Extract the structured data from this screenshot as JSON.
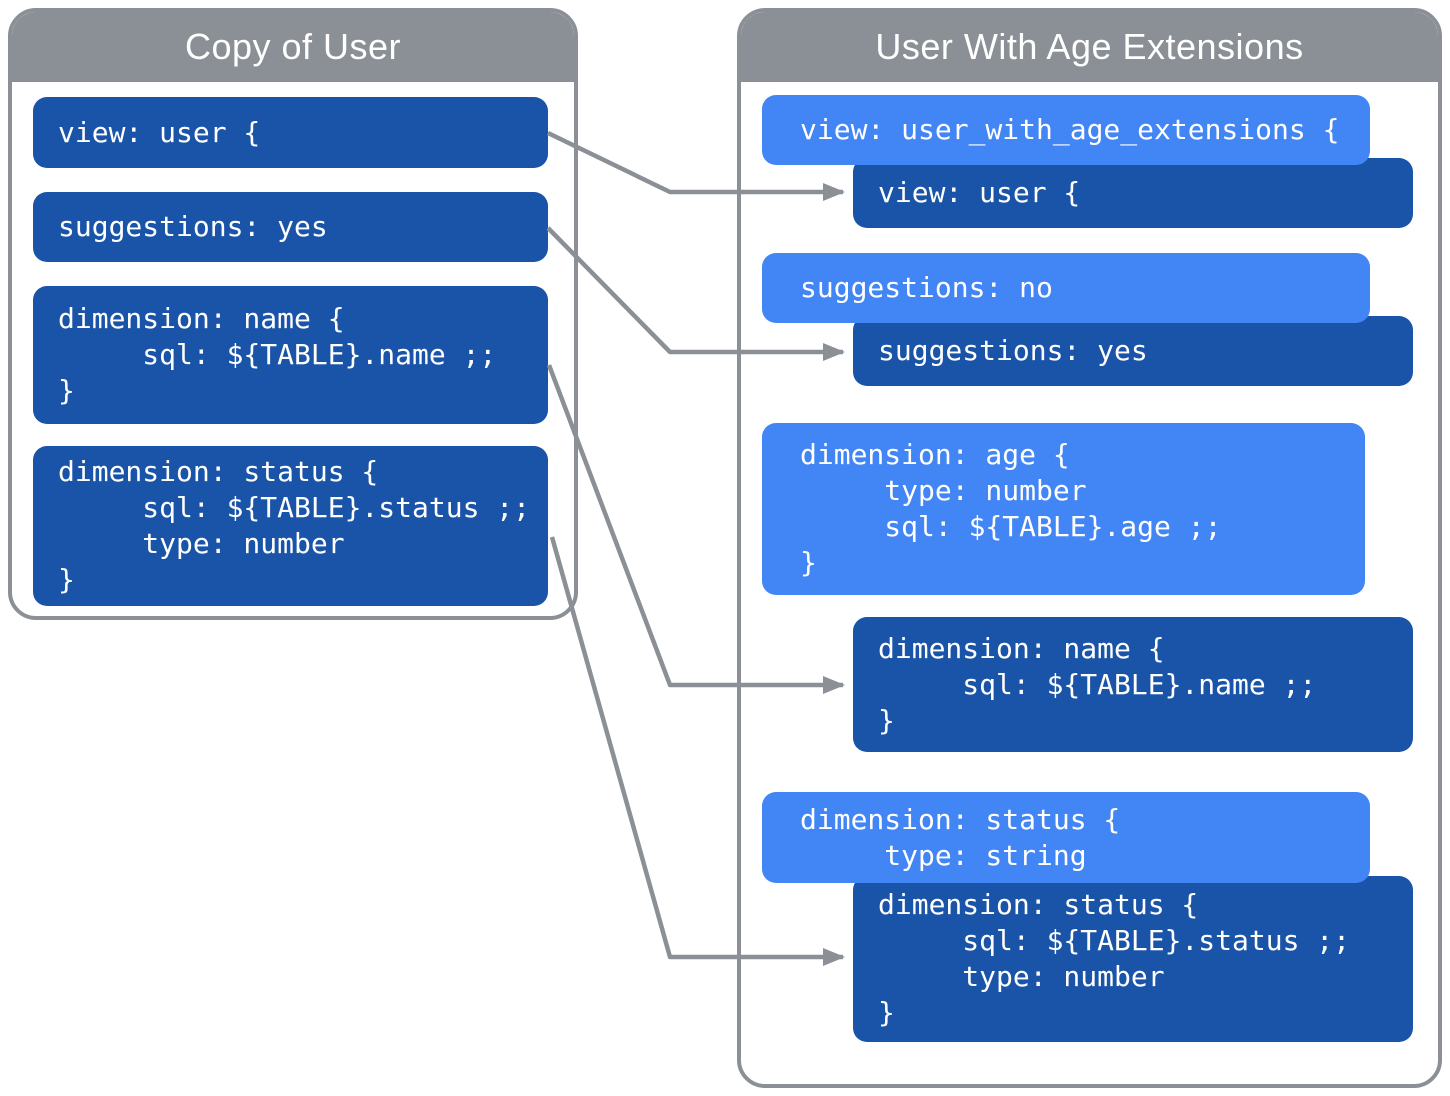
{
  "colors": {
    "panel_border_gray": "#8A9096",
    "header_gray": "#8A9096",
    "dark_blue": "#1A54A9",
    "light_blue": "#4285F4",
    "text_white": "#FFFFFF",
    "arrow_gray": "#8A9096"
  },
  "left_panel": {
    "title": "Copy of User",
    "blocks": [
      {
        "id": "view-user",
        "text": "view: user {"
      },
      {
        "id": "suggestions-yes",
        "text": "suggestions: yes"
      },
      {
        "id": "dimension-name",
        "text": "dimension: name {\n     sql: ${TABLE}.name ;;\n}"
      },
      {
        "id": "dimension-status",
        "text": "dimension: status {\n     sql: ${TABLE}.status ;;\n     type: number\n}"
      }
    ]
  },
  "right_panel": {
    "title": "User With Age Extensions",
    "blocks": [
      {
        "id": "view-user-with-age-extensions",
        "variant": "light",
        "text": "view: user_with_age_extensions {"
      },
      {
        "id": "view-user-inherited",
        "variant": "dark",
        "text": "view: user {"
      },
      {
        "id": "suggestions-no",
        "variant": "light",
        "text": "suggestions: no"
      },
      {
        "id": "suggestions-yes-inherited",
        "variant": "dark",
        "text": "suggestions: yes"
      },
      {
        "id": "dimension-age",
        "variant": "light",
        "text": "dimension: age {\n     type: number\n     sql: ${TABLE}.age ;;\n}"
      },
      {
        "id": "dimension-name-inherited",
        "variant": "dark",
        "text": "dimension: name {\n     sql: ${TABLE}.name ;;\n}"
      },
      {
        "id": "dimension-status-override",
        "variant": "light",
        "text": "dimension: status {\n     type: string"
      },
      {
        "id": "dimension-status-inherited",
        "variant": "dark",
        "text": "dimension: status {\n     sql: ${TABLE}.status ;;\n     type: number\n}"
      }
    ]
  }
}
